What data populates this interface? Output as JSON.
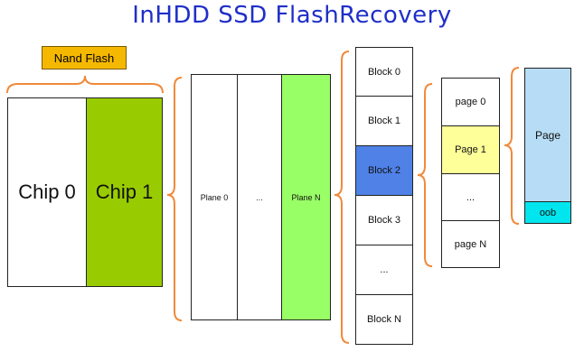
{
  "title": "InHDD SSD FlashRecovery",
  "nand_flash_label": "Nand Flash",
  "chips": [
    "Chip 0",
    "Chip 1"
  ],
  "planes": [
    "Plane 0",
    "...",
    "Plane N"
  ],
  "blocks": [
    "Block 0",
    "Block 1",
    "Block 2",
    "Block 3",
    "...",
    "Block N"
  ],
  "pages": [
    "page 0",
    "Page 1",
    "...",
    "page N"
  ],
  "page_detail": {
    "page": "Page",
    "oob": "oob"
  },
  "colors": {
    "title": "#1f2fc8",
    "nand_label_bg": "#f5b800",
    "chip_highlight": "#99cc00",
    "plane_highlight": "#99ff66",
    "block_highlight": "#4f81e6",
    "page_highlight": "#ffff99",
    "page_detail_bg": "#b7dcf5",
    "oob_bg": "#00e5ee",
    "brace": "#f08a3a"
  }
}
